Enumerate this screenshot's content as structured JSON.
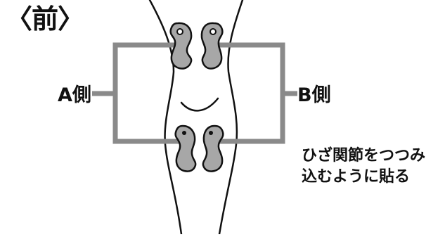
{
  "title": "〈前〉",
  "labels": {
    "side_a": "A側",
    "side_b": "B側"
  },
  "instruction": {
    "line1": "ひざ関節をつつみ",
    "line2": "込むように貼る"
  },
  "colors": {
    "outline": "#111111",
    "connector": "#8a8a8a",
    "pad_fill": "#a7a7a7",
    "background": "#ffffff"
  }
}
